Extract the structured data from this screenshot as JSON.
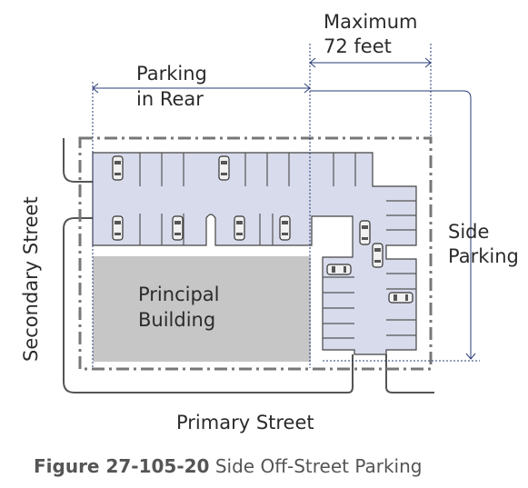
{
  "labels": {
    "max_line1": "Maximum",
    "max_line2": "72 feet",
    "rear_line1": "Parking",
    "rear_line2": "in Rear",
    "side_line1": "Side",
    "side_line2": "Parking",
    "secondary_street": "Secondary Street",
    "primary_street": "Primary Street",
    "building_line1": "Principal",
    "building_line2": "Building"
  },
  "caption": {
    "number": "Figure 27-105-20",
    "title": "Side Off-Street Parking"
  },
  "colors": {
    "parking_fill": "#d7dbeb",
    "building_fill": "#c6c6c6",
    "dimension_line": "#2a3b78",
    "property_line": "#777777"
  }
}
